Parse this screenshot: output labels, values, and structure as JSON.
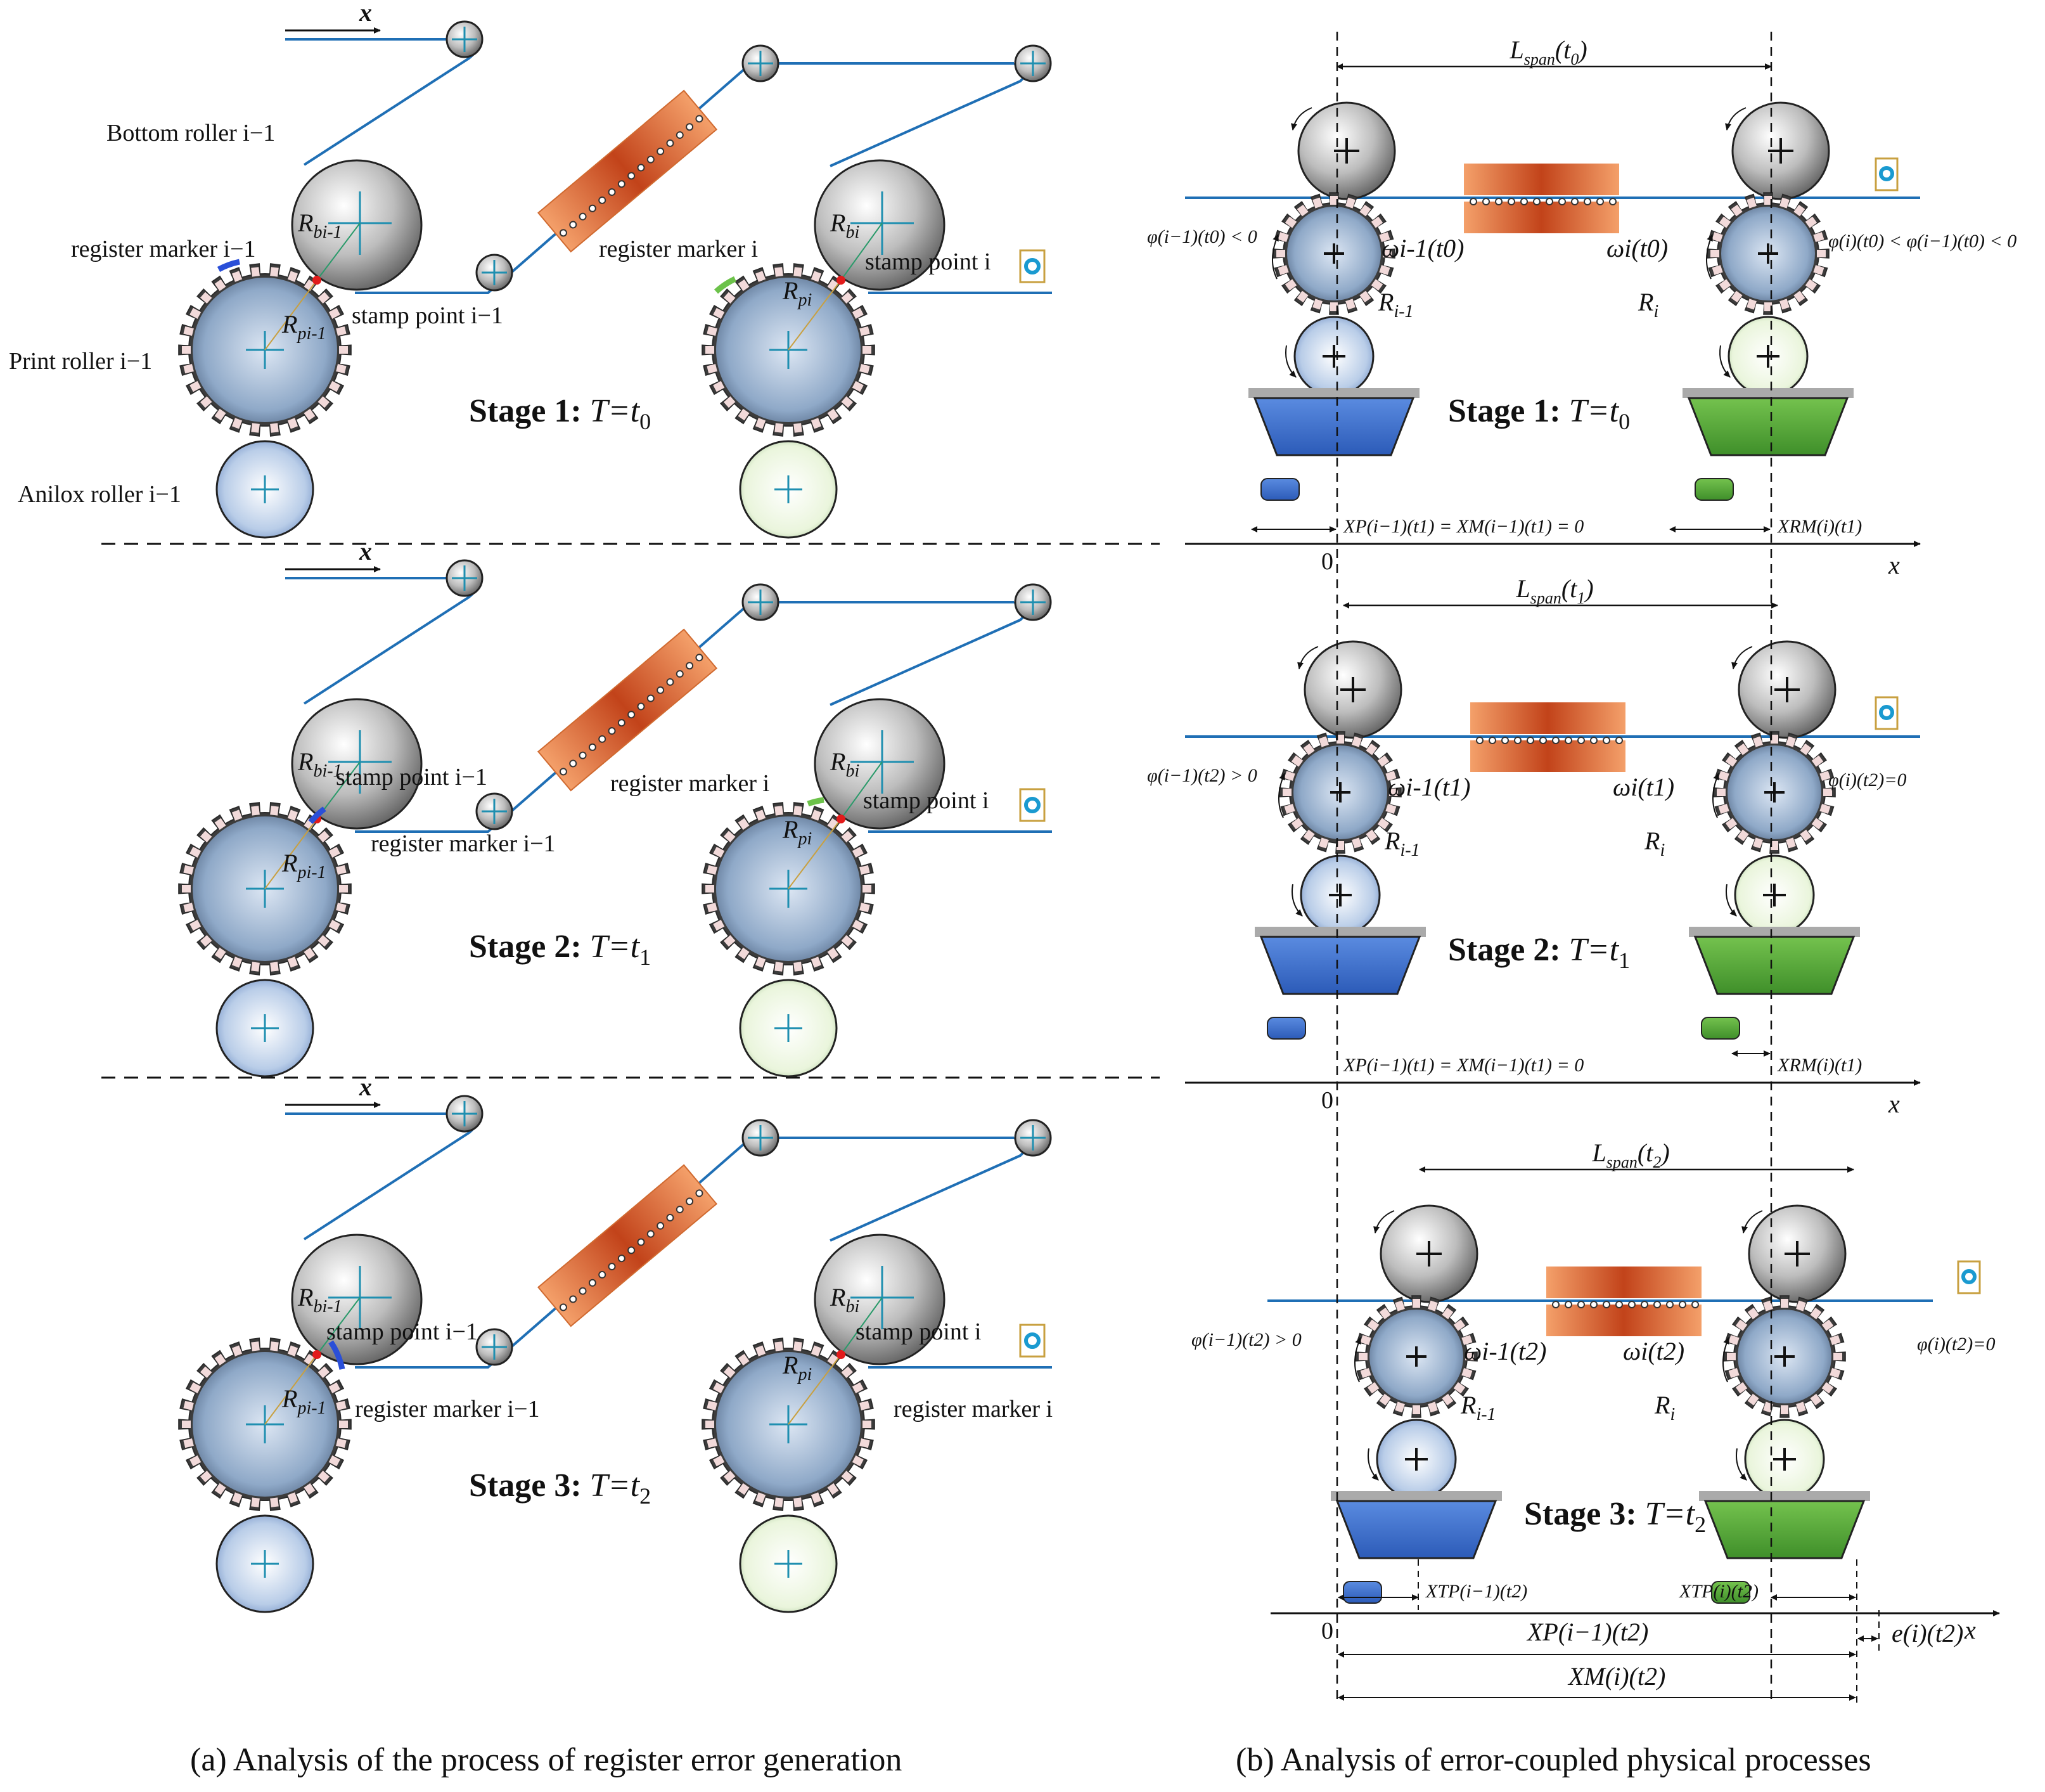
{
  "left_panel": {
    "caption": "(a)  Analysis of the process of register error generation",
    "axis_label": "x",
    "roller_labels": {
      "bottom_roller": "Bottom roller i−1",
      "register_marker_prev": "register marker i−1",
      "print_roller": "Print roller i−1",
      "anilox_roller": "Anilox roller i−1",
      "stamp_point_prev": "stamp point i−1",
      "register_marker_i": "register marker i",
      "stamp_point_i": "stamp point i"
    },
    "radius_labels": {
      "R_bi_prev": "R",
      "R_bi_prev_sub": "bi-1",
      "R_pi_prev": "R",
      "R_pi_prev_sub": "pi-1",
      "R_bi": "R",
      "R_bi_sub": "bi",
      "R_pi": "R",
      "R_pi_sub": "pi"
    },
    "stages": [
      {
        "label": "Stage 1:",
        "time": "T=t",
        "sub": "0"
      },
      {
        "label": "Stage 2:",
        "time": "T=t",
        "sub": "1"
      },
      {
        "label": "Stage 3:",
        "time": "T=t",
        "sub": "2"
      }
    ]
  },
  "right_panel": {
    "caption": "(b) Analysis of error-coupled physical processes",
    "axis_label": "x",
    "origin_label": "0",
    "stage1": {
      "span": "L",
      "span_sub": "span",
      "span_arg": "(t",
      "span_arg_sub": "0",
      "phi_prev": "φ(i−1)(t0) < 0",
      "phi_i": "φ(i)(t0) < φ(i−1)(t0) < 0",
      "omega_prev": "ωi-1(t0)",
      "omega_i": "ωi(t0)",
      "R_prev": "R",
      "R_prev_sub": "i-1",
      "R_i": "R",
      "R_i_sub": "i",
      "stage_label": "Stage 1:",
      "stage_time": "T=t",
      "stage_sub": "0",
      "x_eq": "XP(i−1)(t1) = XM(i−1)(t1) = 0",
      "x_mr": "XRM(i)(t1)"
    },
    "stage2": {
      "span": "L",
      "span_sub": "span",
      "span_arg": "(t",
      "span_arg_sub": "1",
      "phi_prev": "φ(i−1)(t2) > 0",
      "phi_i": "φ(i)(t2)=0",
      "omega_prev": "ωi-1(t1)",
      "omega_i": "ωi(t1)",
      "R_prev": "R",
      "R_prev_sub": "i-1",
      "R_i": "R",
      "R_i_sub": "i",
      "stage_label": "Stage 2:",
      "stage_time": "T=t",
      "stage_sub": "1",
      "x_eq": "XP(i−1)(t1) = XM(i−1)(t1) = 0",
      "x_mr": "XRM(i)(t1)"
    },
    "stage3": {
      "span": "L",
      "span_sub": "span",
      "span_arg": "(t",
      "span_arg_sub": "2",
      "phi_prev": "φ(i−1)(t2) > 0",
      "phi_i": "φ(i)(t2)=0",
      "omega_prev": "ωi-1(t2)",
      "omega_i": "ωi(t2)",
      "R_prev": "R",
      "R_prev_sub": "i-1",
      "R_i": "R",
      "R_i_sub": "i",
      "stage_label": "Stage 3:",
      "stage_time": "T=t",
      "stage_sub": "2",
      "x_tp_prev": "XTP(i−1)(t2)",
      "x_tp_i": "XTP(i)(t2)",
      "x_p_prev": "XP(i−1)(t2)",
      "x_m_i": "XM(i)(t2)",
      "e_i": "e(i)(t2)"
    }
  },
  "colors": {
    "web": "#1f6fb5",
    "print_roller": "#8fa9c8",
    "gear_teeth": "#f2dada",
    "anilox_blue": "#b9cde8",
    "anilox_green": "#eaf5dc",
    "ink_blue": "#3a6fd0",
    "ink_green": "#5aae3c",
    "dryer_orange": "#f0955a",
    "dryer_dark": "#c2431a",
    "marker_blue": "#2a4fd8",
    "marker_green": "#6cc24a",
    "stamp_red": "#e21b1b"
  }
}
